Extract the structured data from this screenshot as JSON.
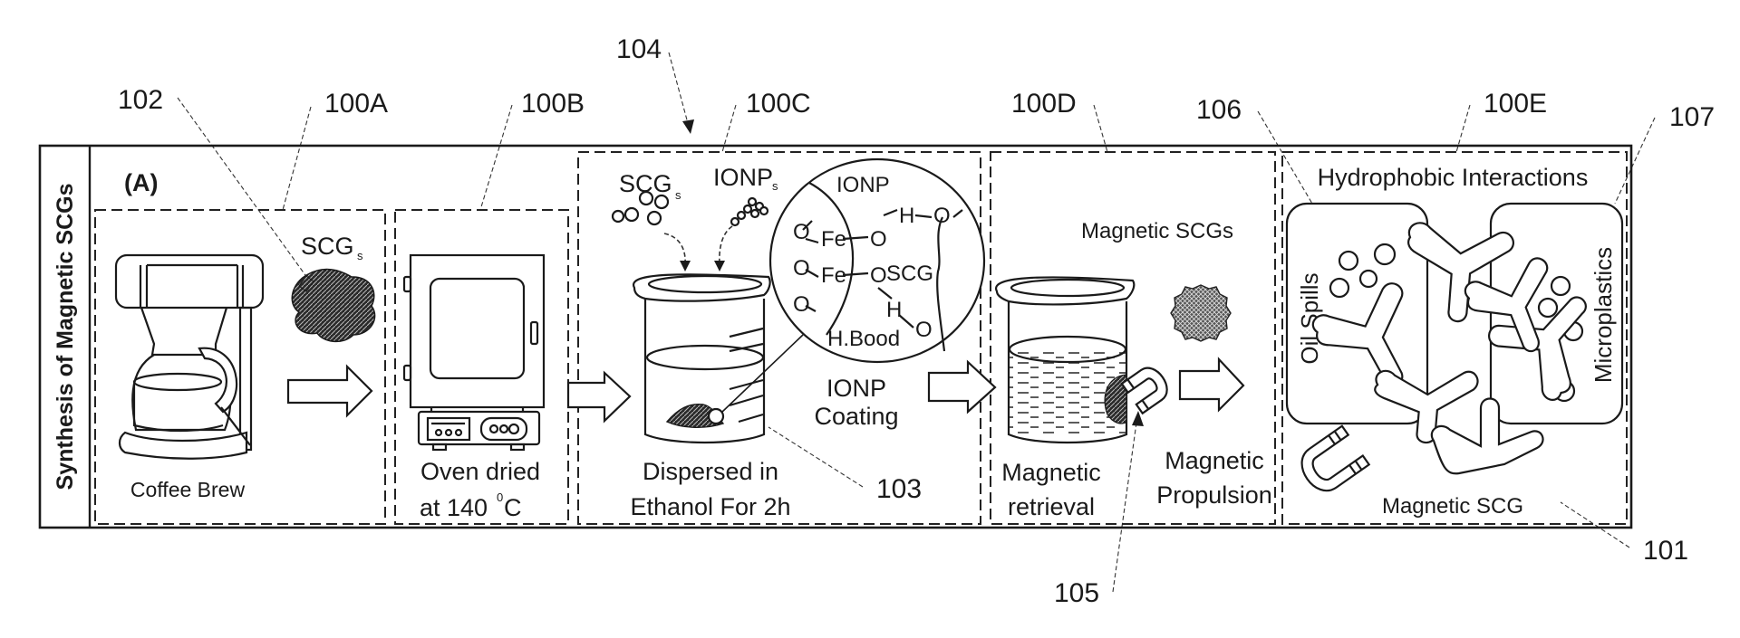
{
  "figure": {
    "side_title": "Synthesis of Magnetic SCGs",
    "panel_tag": "(A)",
    "reference_numerals": {
      "r102": "102",
      "r100A": "100A",
      "r100B": "100B",
      "r104": "104",
      "r100C": "100C",
      "r100D": "100D",
      "r106": "106",
      "r100E": "100E",
      "r107": "107",
      "r103": "103",
      "r105": "105",
      "r101": "101"
    },
    "panels": {
      "a": {
        "caption": "Coffee Brew",
        "material_label": "SCG",
        "material_subscript": "s"
      },
      "b": {
        "caption_line1": "Oven dried",
        "caption_line2_prefix": "at 140",
        "caption_line2_sup": "0",
        "caption_line2_suffix": "C"
      },
      "c": {
        "scg_label": "SCG",
        "scg_subscript": "s",
        "ionp_label": "IONP",
        "ionp_subscript": "s",
        "inset": {
          "ionp": "IONP",
          "fe": "Fe",
          "o": "O",
          "h": "H",
          "scg": "SCG",
          "bond": "H.Bood"
        },
        "coating_line1": "IONP",
        "coating_line2": "Coating",
        "caption_line1": "Dispersed in",
        "caption_line2": "Ethanol For 2h"
      },
      "d": {
        "product_label": "Magnetic SCGs",
        "retrieval_line1": "Magnetic",
        "retrieval_line2": "retrieval",
        "propulsion_line1": "Magnetic",
        "propulsion_line2": "Propulsion"
      },
      "e": {
        "title": "Hydrophobic Interactions",
        "left_label": "Oil Spills",
        "right_label": "Microplastics",
        "bottom_label": "Magnetic SCG"
      }
    }
  }
}
